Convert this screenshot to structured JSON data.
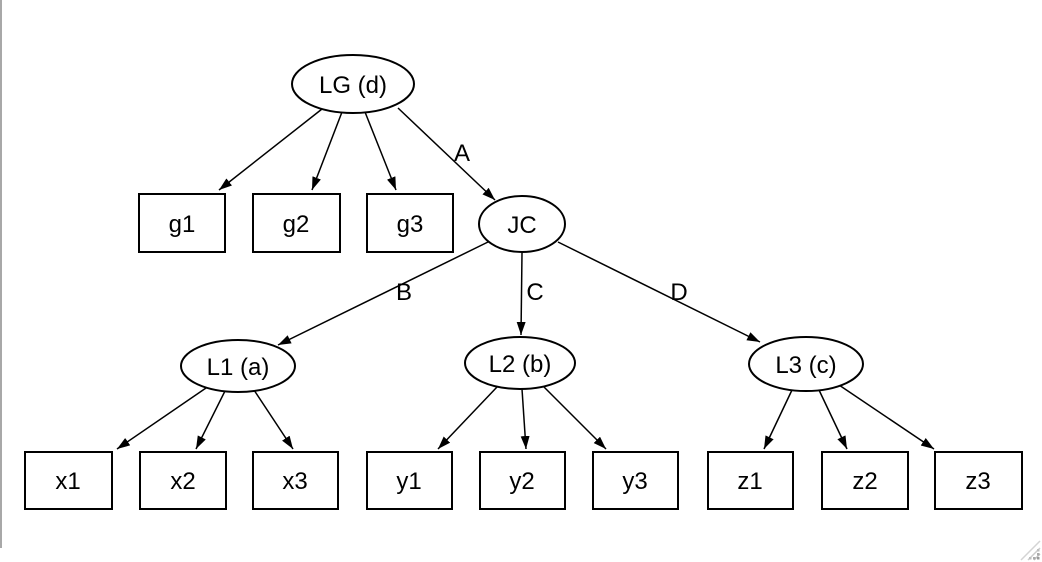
{
  "window": {
    "background_color": "#ffffff",
    "left_border_color": "#a8a8a8",
    "grip_color": "#c9c9c9"
  },
  "diagram": {
    "type": "tree",
    "stroke_color": "#000000",
    "text_color": "#000000",
    "nodes": {
      "lg": {
        "label": "LG (d)",
        "shape": "ellipse"
      },
      "jc": {
        "label": "JC",
        "shape": "ellipse"
      },
      "l1": {
        "label": "L1 (a)",
        "shape": "ellipse"
      },
      "l2": {
        "label": "L2 (b)",
        "shape": "ellipse"
      },
      "l3": {
        "label": "L3 (c)",
        "shape": "ellipse"
      },
      "g1": {
        "label": "g1",
        "shape": "rect"
      },
      "g2": {
        "label": "g2",
        "shape": "rect"
      },
      "g3": {
        "label": "g3",
        "shape": "rect"
      },
      "x1": {
        "label": "x1",
        "shape": "rect"
      },
      "x2": {
        "label": "x2",
        "shape": "rect"
      },
      "x3": {
        "label": "x3",
        "shape": "rect"
      },
      "y1": {
        "label": "y1",
        "shape": "rect"
      },
      "y2": {
        "label": "y2",
        "shape": "rect"
      },
      "y3": {
        "label": "y3",
        "shape": "rect"
      },
      "z1": {
        "label": "z1",
        "shape": "rect"
      },
      "z2": {
        "label": "z2",
        "shape": "rect"
      },
      "z3": {
        "label": "z3",
        "shape": "rect"
      }
    },
    "edge_labels": {
      "lg_jc": "A",
      "jc_l1": "B",
      "jc_l2": "C",
      "jc_l3": "D"
    },
    "edges": [
      {
        "from": "lg",
        "to": "g1",
        "label": ""
      },
      {
        "from": "lg",
        "to": "g2",
        "label": ""
      },
      {
        "from": "lg",
        "to": "g3",
        "label": ""
      },
      {
        "from": "lg",
        "to": "jc",
        "label": "A"
      },
      {
        "from": "jc",
        "to": "l1",
        "label": "B"
      },
      {
        "from": "jc",
        "to": "l2",
        "label": "C"
      },
      {
        "from": "jc",
        "to": "l3",
        "label": "D"
      },
      {
        "from": "l1",
        "to": "x1",
        "label": ""
      },
      {
        "from": "l1",
        "to": "x2",
        "label": ""
      },
      {
        "from": "l1",
        "to": "x3",
        "label": ""
      },
      {
        "from": "l2",
        "to": "y1",
        "label": ""
      },
      {
        "from": "l2",
        "to": "y2",
        "label": ""
      },
      {
        "from": "l2",
        "to": "y3",
        "label": ""
      },
      {
        "from": "l3",
        "to": "z1",
        "label": ""
      },
      {
        "from": "l3",
        "to": "z2",
        "label": ""
      },
      {
        "from": "l3",
        "to": "z3",
        "label": ""
      }
    ]
  }
}
